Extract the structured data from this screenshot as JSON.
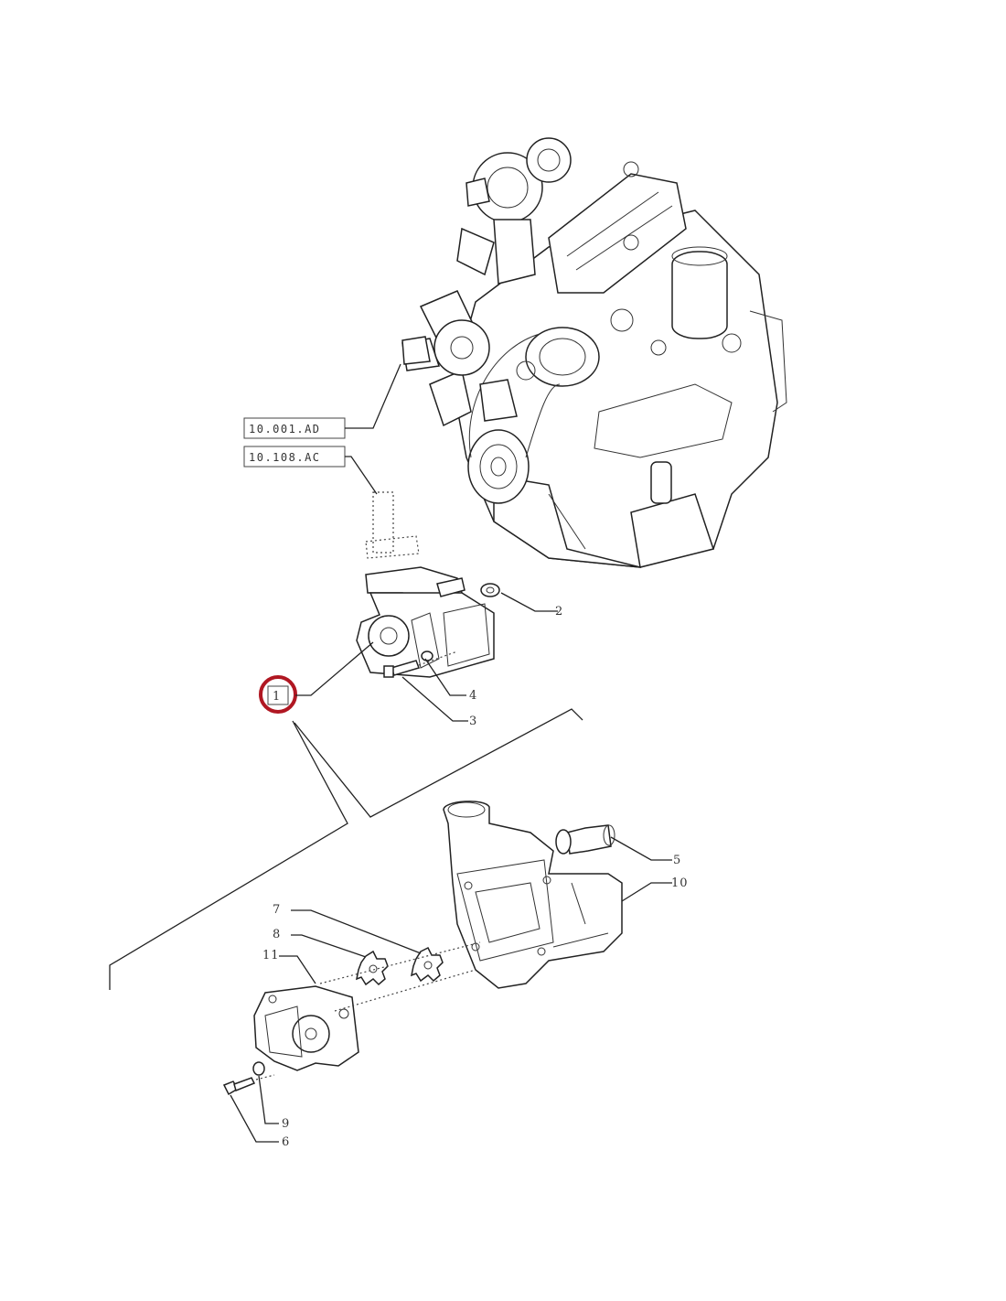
{
  "references": [
    {
      "code": "10.001.AD"
    },
    {
      "code": "10.108.AC"
    }
  ],
  "callouts": {
    "part_1": "1",
    "part_2": "2",
    "part_3": "3",
    "part_4": "4",
    "part_5": "5",
    "part_6": "6",
    "part_7": "7",
    "part_8": "8",
    "part_9": "9",
    "part_10": "10",
    "part_11": "11"
  },
  "colors": {
    "highlight": "#b01722",
    "line": "#222222"
  },
  "highlighted_part": "1"
}
